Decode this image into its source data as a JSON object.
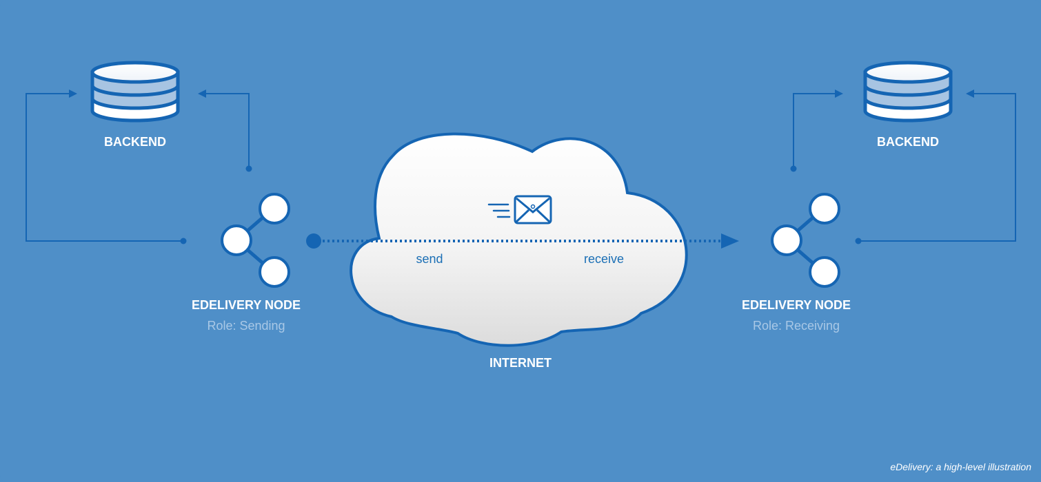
{
  "colors": {
    "background": "#4f8fc8",
    "line": "#1565b3",
    "node_fill": "#ffffff",
    "database_band": "#a7c4e2",
    "title_text": "#ffffff",
    "role_text": "#a9c8e6",
    "flow_text": "#1b6fb5"
  },
  "icons": [
    "database-icon",
    "share-node-icon",
    "cloud-icon",
    "mail-icon",
    "arrow-icon"
  ],
  "left": {
    "backend_label": "BACKEND",
    "node_title": "EDELIVERY NODE",
    "node_role": "Role: Sending"
  },
  "right": {
    "backend_label": "BACKEND",
    "node_title": "EDELIVERY NODE",
    "node_role": "Role: Receiving"
  },
  "internet": {
    "label": "INTERNET",
    "send_label": "send",
    "receive_label": "receive"
  },
  "caption": "eDelivery: a high-level illustration"
}
